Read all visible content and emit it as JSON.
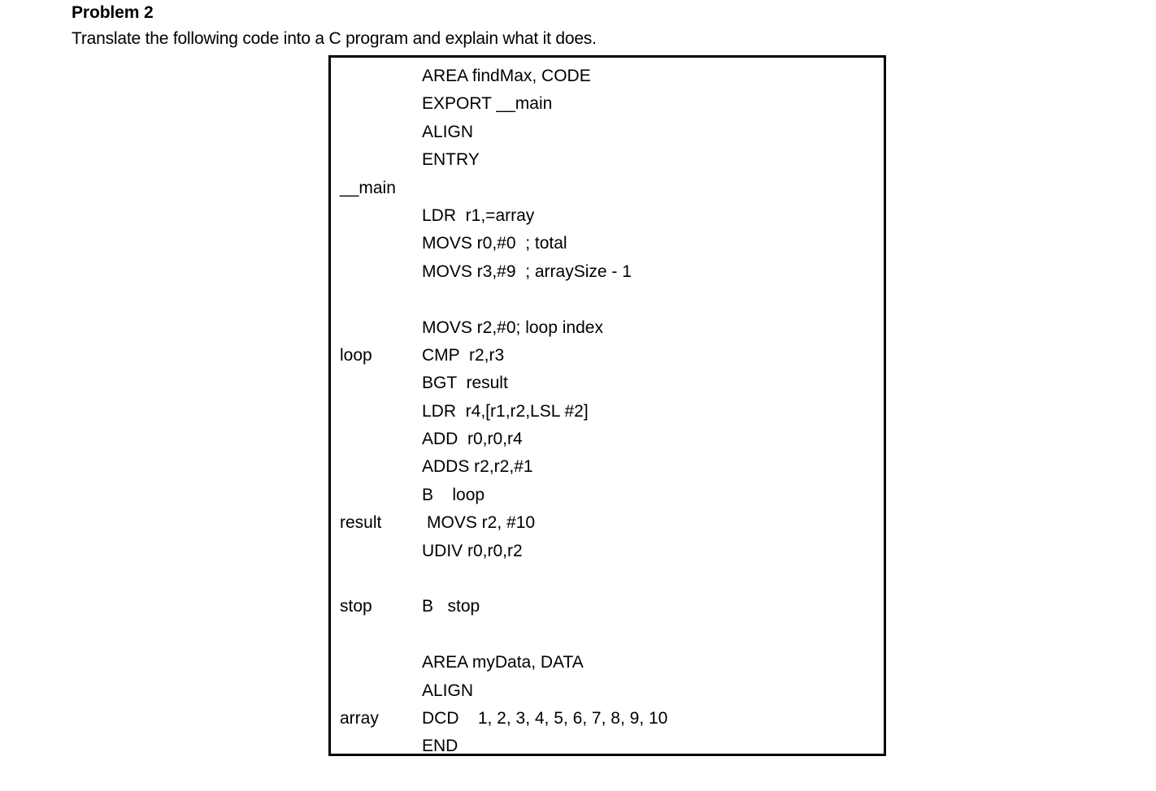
{
  "problem": {
    "title": "Problem 2",
    "prompt": "Translate the following code into a C program and explain what it does."
  },
  "code_box": {
    "border_color": "#000000",
    "background": "#ffffff",
    "lines": [
      {
        "label": "",
        "text": "AREA findMax, CODE"
      },
      {
        "label": "",
        "text": "EXPORT __main"
      },
      {
        "label": "",
        "text": "ALIGN"
      },
      {
        "label": "",
        "text": "ENTRY"
      },
      {
        "label": "__main",
        "text": ""
      },
      {
        "label": "",
        "text": "LDR  r1,=array"
      },
      {
        "label": "",
        "text": "MOVS r0,#0  ; total"
      },
      {
        "label": "",
        "text": "MOVS r3,#9  ; arraySize - 1"
      },
      {
        "label": "",
        "text": ""
      },
      {
        "label": "",
        "text": "MOVS r2,#0; loop index"
      },
      {
        "label": "loop",
        "text": "CMP  r2,r3"
      },
      {
        "label": "",
        "text": "BGT  result"
      },
      {
        "label": "",
        "text": "LDR  r4,[r1,r2,LSL #2]"
      },
      {
        "label": "",
        "text": "ADD  r0,r0,r4"
      },
      {
        "label": "",
        "text": "ADDS r2,r2,#1"
      },
      {
        "label": "",
        "text": "B    loop"
      },
      {
        "label": "result",
        "text": "MOVS r2, #10",
        "indent_extra": true
      },
      {
        "label": "",
        "text": "UDIV r0,r0,r2"
      },
      {
        "label": "",
        "text": ""
      },
      {
        "label": "stop",
        "text": "B   stop"
      },
      {
        "label": "",
        "text": ""
      },
      {
        "label": "",
        "text": "AREA myData, DATA"
      },
      {
        "label": "",
        "text": "ALIGN"
      },
      {
        "label": "array",
        "text": "DCD    1, 2, 3, 4, 5, 6, 7, 8, 9, 10"
      },
      {
        "label": "",
        "text": "END"
      }
    ]
  }
}
